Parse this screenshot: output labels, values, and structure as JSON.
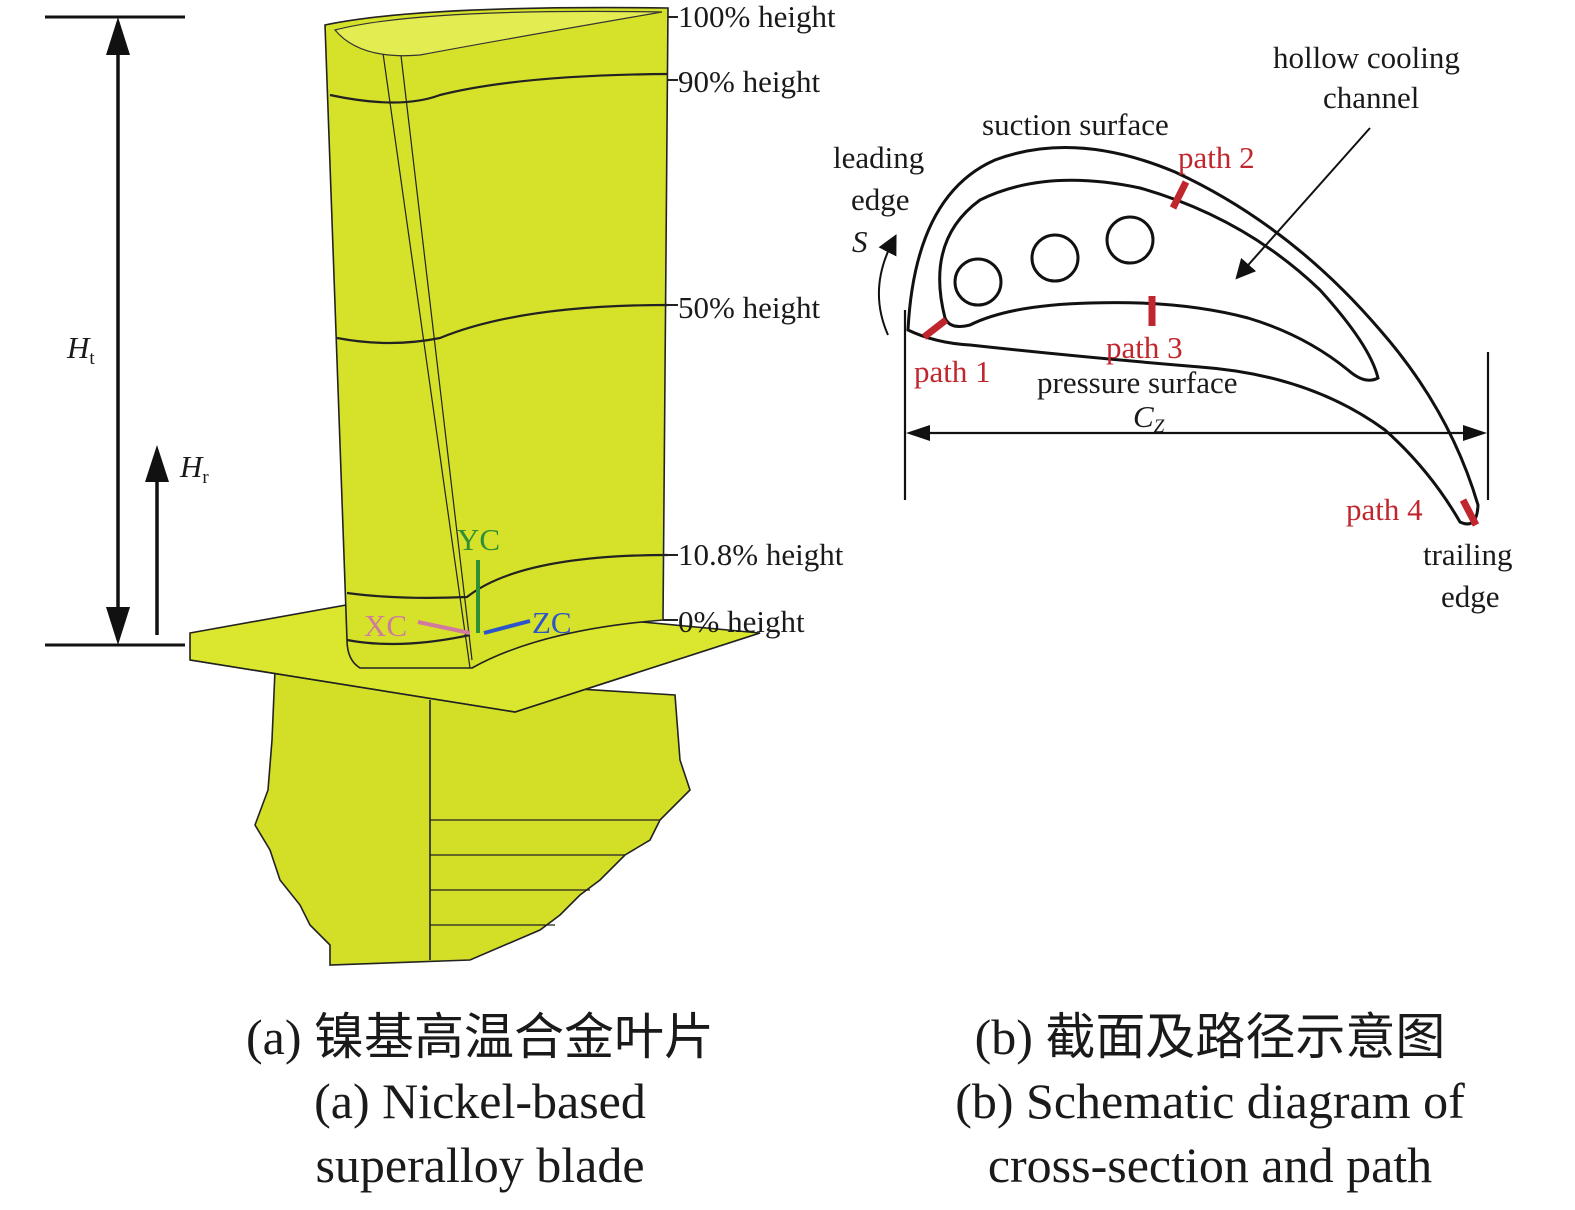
{
  "panel_a": {
    "height_labels": [
      "100% height",
      "90% height",
      "50% height",
      "10.8% height",
      "0% height"
    ],
    "dim_total": "H",
    "dim_total_sub": "t",
    "dim_r": "H",
    "dim_r_sub": "r",
    "axes": {
      "y": "YC",
      "x": "XC",
      "z": "ZC"
    },
    "caption_zh": "(a) 镍基高温合金叶片",
    "caption_en_1": "(a) Nickel-based",
    "caption_en_2": "superalloy blade"
  },
  "panel_b": {
    "suction": "suction surface",
    "leading_1": "leading",
    "leading_2": "edge",
    "s_label": "S",
    "hollow_1": "hollow cooling",
    "hollow_2": "channel",
    "pressure": "pressure surface",
    "trailing_1": "trailing",
    "trailing_2": "edge",
    "cz": "C",
    "cz_sub": "Z",
    "paths": [
      "path 1",
      "path 2",
      "path 3",
      "path 4"
    ],
    "caption_zh": "(b) 截面及路径示意图",
    "caption_en_1": "(b) Schematic diagram of",
    "caption_en_2": "cross-section and path"
  },
  "colors": {
    "blade": "#d6e229",
    "outline": "#1a1a1a",
    "path": "#c0262d",
    "yc": "#2f8f35",
    "xc": "#d07aa0",
    "zc": "#2c55c9"
  }
}
